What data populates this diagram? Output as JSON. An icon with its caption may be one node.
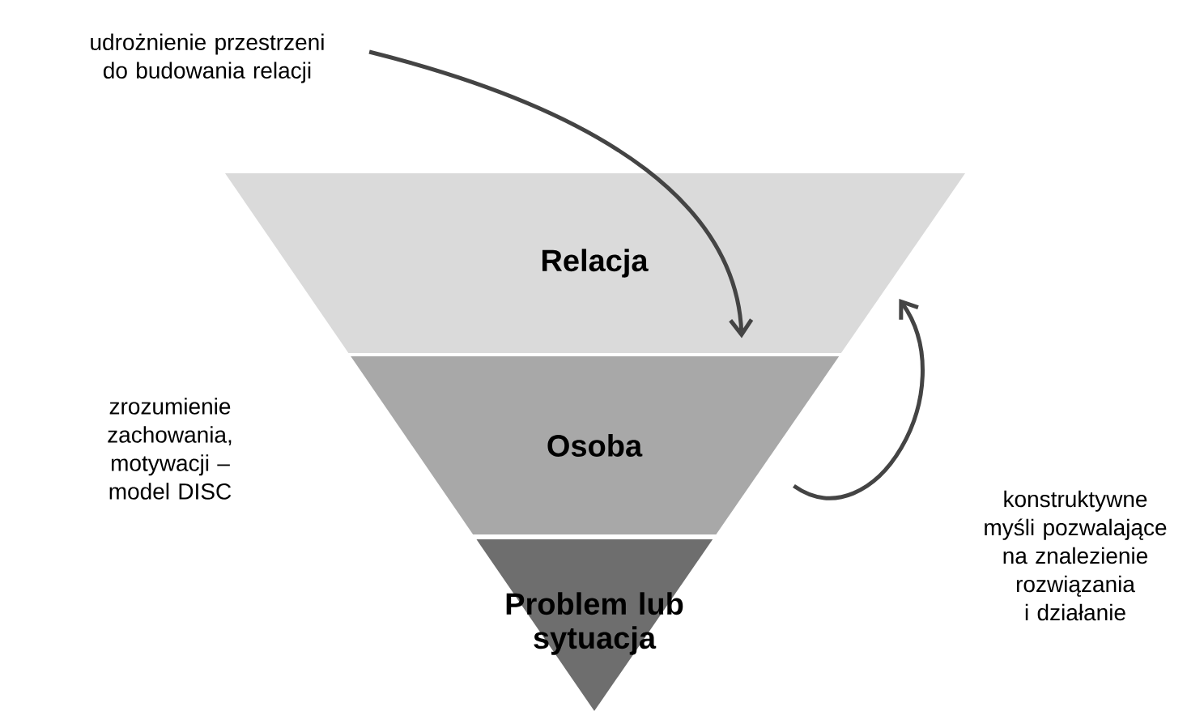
{
  "diagram": {
    "nodes": [
      {
        "text": [
          "Relacja"
        ]
      },
      {
        "text": [
          "Osoba"
        ]
      },
      {
        "text": [
          "Problem lub sytuacja"
        ]
      },
      {
        "text": [
          "udrożnienie przestrzeni do budowania relacji"
        ]
      },
      {
        "text": [
          "konstruktywne myśli pozwalające na znalezienie rozwiązania i działanie"
        ]
      }
    ],
    "edges": [
      {
        "from": 3,
        "to": 0,
        "arrow": "to"
      },
      {
        "from": 1,
        "to": 0,
        "arrow": "to"
      }
    ],
    "labels": [
      "zrozumienie zachowania, motywacji – model DISC"
    ]
  }
}
